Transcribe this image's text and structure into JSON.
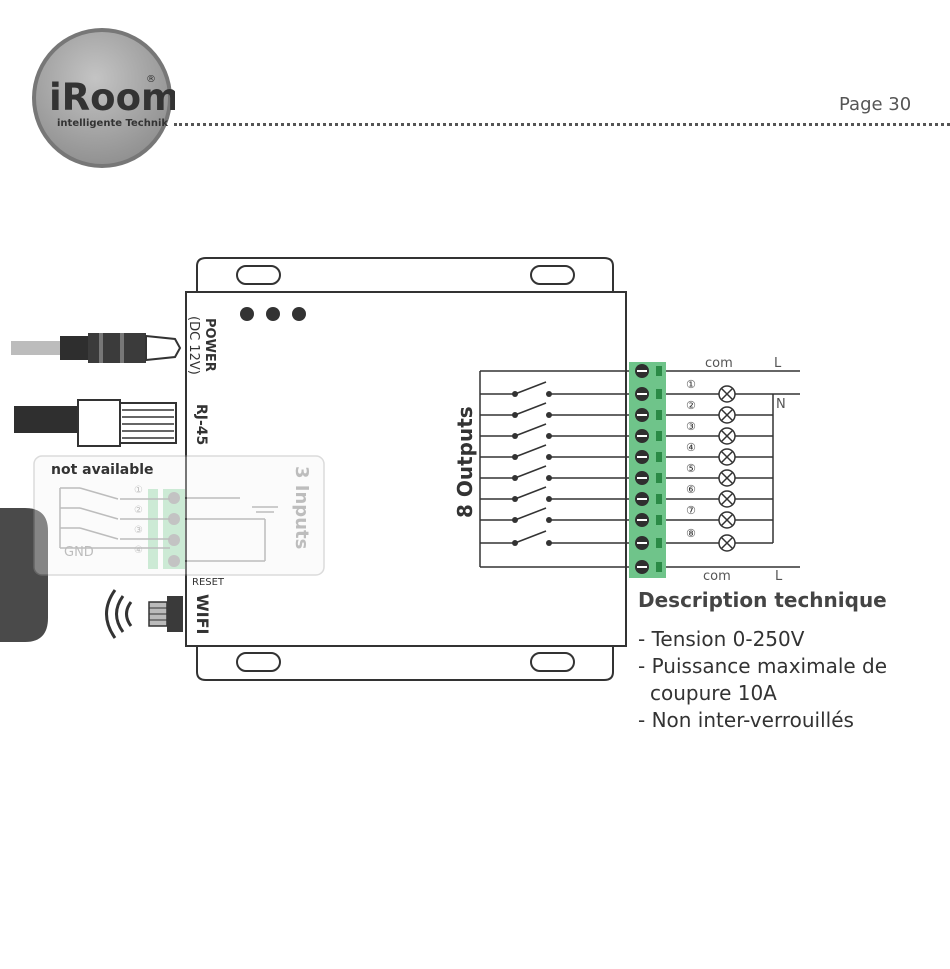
{
  "header": {
    "brand": "iRoom",
    "registered_mark": "®",
    "tagline": "intelligente Technik",
    "page_label": "Page 30"
  },
  "device": {
    "power_label": "POWER",
    "power_sub": "(DC 12V)",
    "rj45_label": "RJ-45",
    "reset_label": "RESET",
    "wifi_label": "WIFI",
    "outputs_label": "8 Outputs",
    "inputs_label": "3 Inputs",
    "not_available": "not available",
    "gnd_label": "GND",
    "input_numbers": [
      "①",
      "②",
      "③",
      "④"
    ],
    "wiring_top": {
      "com": "com",
      "line": "L"
    },
    "neutral": "N",
    "wiring_bottom": {
      "com": "com",
      "line": "L"
    },
    "output_numbers": [
      "①",
      "②",
      "③",
      "④",
      "⑤",
      "⑥",
      "⑦",
      "⑧"
    ]
  },
  "description": {
    "title": "Description technique",
    "items": [
      "Tension 0-250V",
      "Puissance maximale de coupure 10A",
      "Non inter-verrouillés"
    ]
  },
  "colors": {
    "terminal_green": "#6fc48a",
    "logo_gray": "#a7a7a7",
    "side_block": "#4a4a4a"
  }
}
